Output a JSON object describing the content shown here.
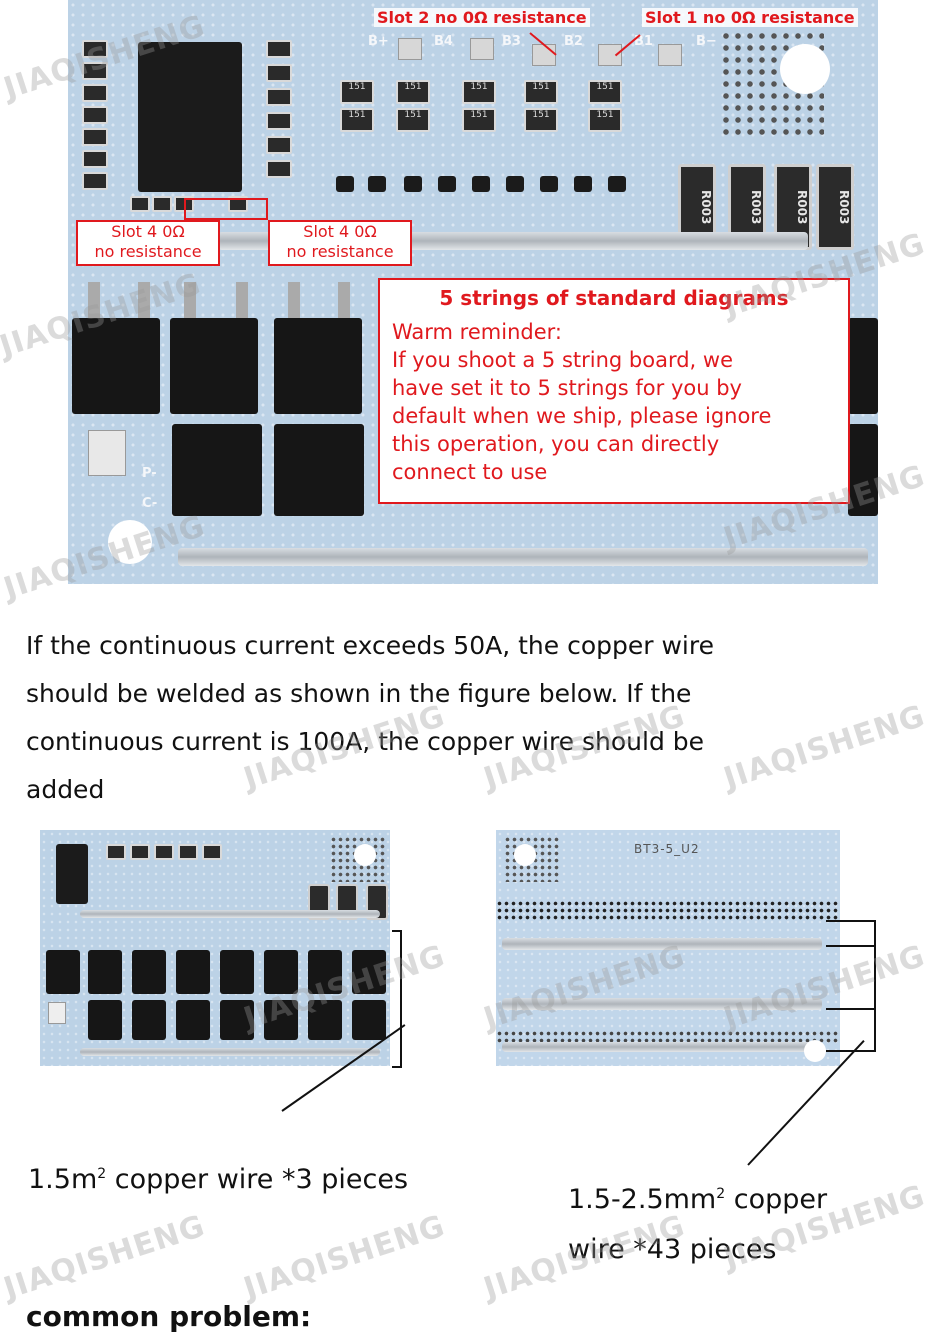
{
  "watermark": "JIAQISHENG",
  "board_top": {
    "silk": [
      "B+",
      "B4",
      "B3",
      "B2",
      "B1",
      "B−",
      "P-",
      "C-"
    ],
    "smd_code": "151",
    "resistor_code": "R003"
  },
  "annotations": {
    "slot2": "Slot 2 no 0Ω resistance",
    "slot1": "Slot 1 no 0Ω resistance",
    "slot4_left_line1": "Slot 4 0Ω",
    "slot4_left_line2": "no resistance",
    "slot4_right_line1": "Slot 4 0Ω",
    "slot4_right_line2": "no resistance"
  },
  "note": {
    "title": "5 strings of standard diagrams",
    "line1": "Warm reminder:",
    "line2": "If you shoot a 5 string board, we",
    "line3": "have set it to 5 strings for you by",
    "line4": "default when we ship, please ignore",
    "line5": "this operation, you can directly",
    "line6": "connect to use"
  },
  "paragraph": {
    "line1": "If the continuous current exceeds 50A, the copper wire",
    "line2": "should be welded as shown in the figure below. If the",
    "line3": "continuous current is 100A, the copper wire should be",
    "line4": "added"
  },
  "board_back": {
    "label": "BT3-5_U2"
  },
  "captions": {
    "left_pre": "1.5m",
    "left_sup": "2",
    "left_post": " copper wire *3 pieces",
    "right_line1_pre": "1.5-2.5mm",
    "right_line1_sup": "2",
    "right_line1_post": " copper",
    "right_line2": "wire *43 pieces"
  },
  "next_heading": "common problem:"
}
